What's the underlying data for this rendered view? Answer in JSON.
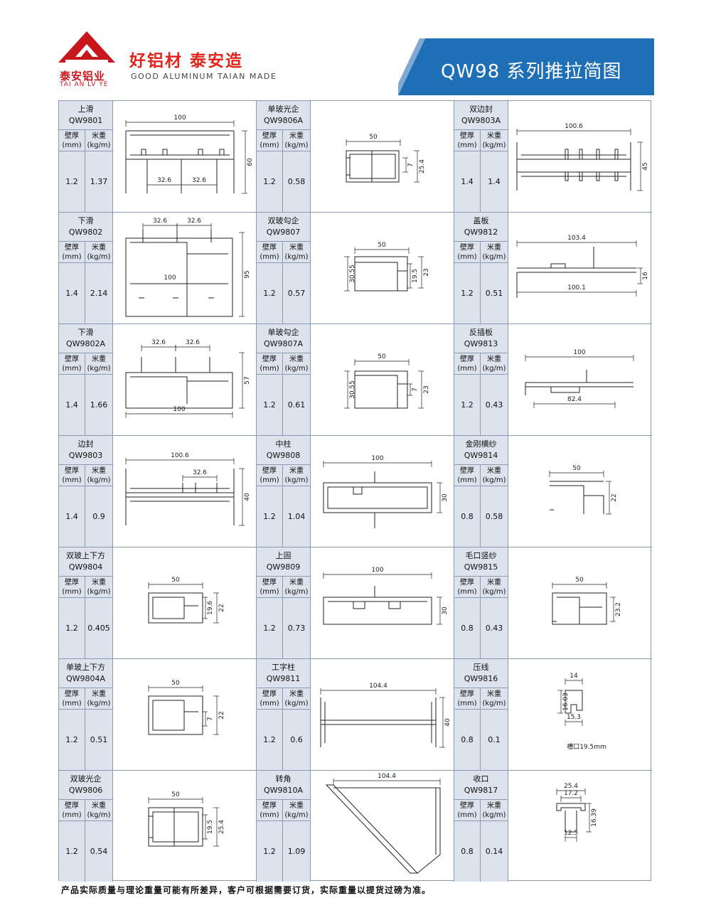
{
  "brand": {
    "name_cn": "泰安铝业",
    "name_en": "TAI AN LV YE",
    "slogan_cn": "好铝材 泰安造",
    "slogan_en": "GOOD ALUMINUM TAIAN MADE"
  },
  "page_title": "QW98 系列推拉简图",
  "columns_header": {
    "thickness": "壁厚",
    "thickness_unit": "(mm)",
    "weight": "米重",
    "weight_unit": "(kg/m)"
  },
  "colors": {
    "brand_red": "#c8161d",
    "title_blue": "#1f6fb6",
    "cell_bg": "#dde3ec",
    "border": "#8a9bb0"
  },
  "profiles": [
    {
      "name": "上滑",
      "code": "QW9801",
      "thickness": "1.2",
      "weight": "1.37",
      "dims": [
        "100",
        "60",
        "32.6",
        "32.6"
      ]
    },
    {
      "name": "单玻光企",
      "code": "QW9806A",
      "thickness": "1.2",
      "weight": "0.58",
      "dims": [
        "50",
        "7",
        "25.4"
      ]
    },
    {
      "name": "双边封",
      "code": "QW9803A",
      "thickness": "1.4",
      "weight": "1.4",
      "dims": [
        "100.6",
        "45"
      ]
    },
    {
      "name": "下滑",
      "code": "QW9802",
      "thickness": "1.4",
      "weight": "2.14",
      "dims": [
        "32.6",
        "32.6",
        "100",
        "95"
      ]
    },
    {
      "name": "双玻勾企",
      "code": "QW9807",
      "thickness": "1.2",
      "weight": "0.57",
      "dims": [
        "50",
        "30.55",
        "19.5",
        "23"
      ]
    },
    {
      "name": "盖板",
      "code": "QW9812",
      "thickness": "1.2",
      "weight": "0.51",
      "dims": [
        "103.4",
        "16",
        "100.1"
      ]
    },
    {
      "name": "下滑",
      "code": "QW9802A",
      "thickness": "1.4",
      "weight": "1.66",
      "dims": [
        "32.6",
        "32.6",
        "57",
        "100"
      ]
    },
    {
      "name": "单玻勾企",
      "code": "QW9807A",
      "thickness": "1.2",
      "weight": "0.61",
      "dims": [
        "50",
        "30.55",
        "7",
        "23"
      ]
    },
    {
      "name": "反插板",
      "code": "QW9813",
      "thickness": "1.2",
      "weight": "0.43",
      "dims": [
        "100",
        "82.4"
      ]
    },
    {
      "name": "边封",
      "code": "QW9803",
      "thickness": "1.4",
      "weight": "0.9",
      "dims": [
        "100.6",
        "32.6",
        "40"
      ]
    },
    {
      "name": "中柱",
      "code": "QW9808",
      "thickness": "1.2",
      "weight": "1.04",
      "dims": [
        "100",
        "30"
      ]
    },
    {
      "name": "金刚横纱",
      "code": "QW9814",
      "thickness": "0.8",
      "weight": "0.58",
      "dims": [
        "50",
        "22"
      ]
    },
    {
      "name": "双玻上下方",
      "code": "QW9804",
      "thickness": "1.2",
      "weight": "0.405",
      "dims": [
        "50",
        "19.6",
        "22"
      ]
    },
    {
      "name": "上固",
      "code": "QW9809",
      "thickness": "1.2",
      "weight": "0.73",
      "dims": [
        "100",
        "30"
      ]
    },
    {
      "name": "毛口竖纱",
      "code": "QW9815",
      "thickness": "0.8",
      "weight": "0.43",
      "dims": [
        "50",
        "23.2"
      ]
    },
    {
      "name": "单玻上下方",
      "code": "QW9804A",
      "thickness": "1.2",
      "weight": "0.51",
      "dims": [
        "50",
        "7",
        "22"
      ]
    },
    {
      "name": "工字柱",
      "code": "QW9811",
      "thickness": "1.2",
      "weight": "0.6",
      "dims": [
        "104.4",
        "40"
      ]
    },
    {
      "name": "压线",
      "code": "QW9816",
      "thickness": "0.8",
      "weight": "0.1",
      "dims": [
        "14",
        "16.03",
        "15.3"
      ],
      "note": "槽口19.5mm"
    },
    {
      "name": "双玻光企",
      "code": "QW9806",
      "thickness": "1.2",
      "weight": "0.54",
      "dims": [
        "50",
        "19.5",
        "25.4"
      ]
    },
    {
      "name": "转角",
      "code": "QW9810A",
      "thickness": "1.2",
      "weight": "1.09",
      "dims": [
        "104.4"
      ]
    },
    {
      "name": "收口",
      "code": "QW9817",
      "thickness": "0.8",
      "weight": "0.14",
      "dims": [
        "25.4",
        "17.2",
        "16.39",
        "12.5"
      ]
    }
  ],
  "footer_note": "产品实际质量与理论重量可能有所差异，客户可根据需要订货，实际重量以提货过磅为准。"
}
